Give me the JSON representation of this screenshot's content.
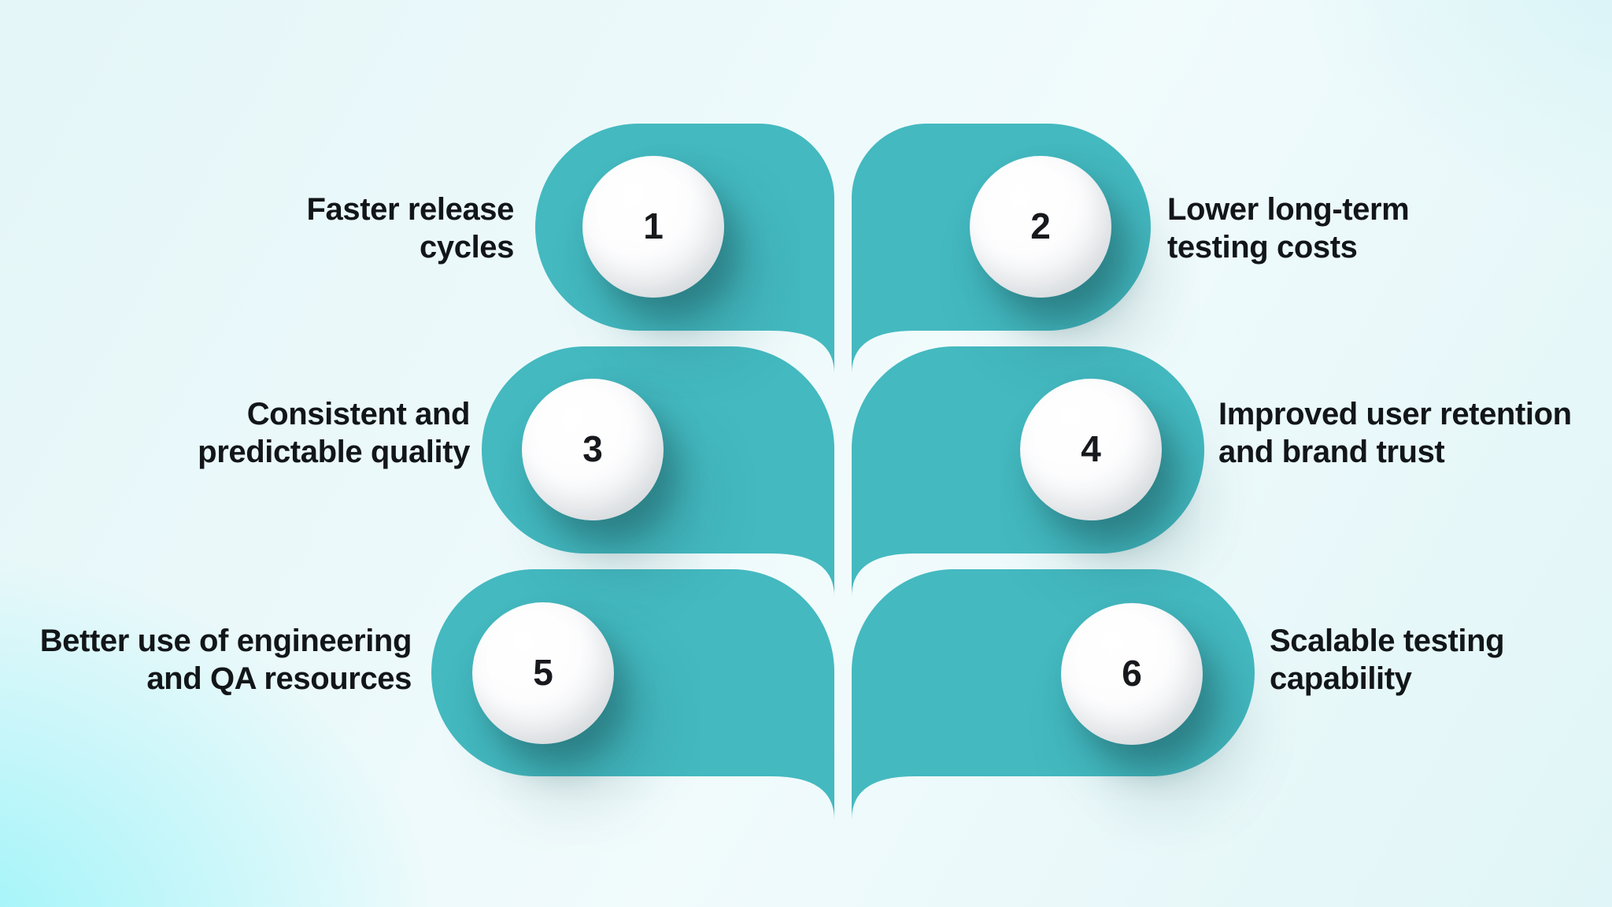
{
  "colors": {
    "teal": "#44b9c0",
    "background_glow": "#9bf4f9",
    "label_text": "#121619",
    "number_text": "#17191c",
    "ball_fill": "#ffffff"
  },
  "diagram": {
    "type": "benefits-petal-infographic",
    "items": [
      {
        "number": "1",
        "lines": [
          "Faster release",
          "cycles"
        ]
      },
      {
        "number": "2",
        "lines": [
          "Lower long-term",
          "testing costs"
        ]
      },
      {
        "number": "3",
        "lines": [
          "Consistent and",
          "predictable quality"
        ]
      },
      {
        "number": "4",
        "lines": [
          "Improved user retention",
          "and brand trust"
        ]
      },
      {
        "number": "5",
        "lines": [
          "Better use of engineering",
          "and QA resources"
        ]
      },
      {
        "number": "6",
        "lines": [
          "Scalable testing",
          "capability"
        ]
      }
    ]
  }
}
